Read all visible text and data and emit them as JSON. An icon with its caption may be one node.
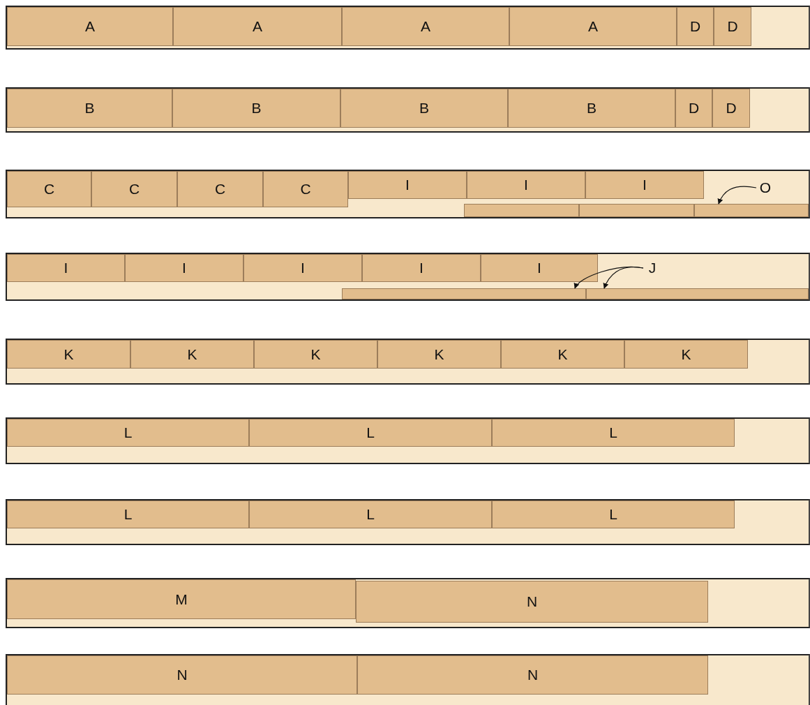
{
  "diagram": {
    "nodes": [
      {
        "text": [],
        "shape": "box"
      },
      {
        "text": [
          "A"
        ],
        "in": 0
      },
      {
        "text": [
          "A"
        ],
        "in": 0
      },
      {
        "text": [
          "A"
        ],
        "in": 0
      },
      {
        "text": [
          "A"
        ],
        "in": 0
      },
      {
        "text": [
          "D"
        ],
        "in": 0
      },
      {
        "text": [
          "D"
        ],
        "in": 0
      },
      {
        "text": [],
        "shape": "box"
      },
      {
        "text": [
          "B"
        ],
        "in": 7
      },
      {
        "text": [
          "B"
        ],
        "in": 7
      },
      {
        "text": [
          "B"
        ],
        "in": 7
      },
      {
        "text": [
          "B"
        ],
        "in": 7
      },
      {
        "text": [
          "D"
        ],
        "in": 7
      },
      {
        "text": [
          "D"
        ],
        "in": 7
      },
      {
        "text": [],
        "shape": "box"
      },
      {
        "text": [
          "C"
        ],
        "in": 14
      },
      {
        "text": [
          "C"
        ],
        "in": 14
      },
      {
        "text": [
          "C"
        ],
        "in": 14
      },
      {
        "text": [
          "C"
        ],
        "in": 14
      },
      {
        "text": [
          "I"
        ],
        "in": 14
      },
      {
        "text": [
          "I"
        ],
        "in": 14
      },
      {
        "text": [
          "I"
        ],
        "in": 14
      },
      {
        "text": [],
        "shape": "box",
        "in": 14
      },
      {
        "text": [],
        "shape": "box",
        "in": 14
      },
      {
        "text": [],
        "shape": "box",
        "in": 14
      },
      {
        "text": [
          "O"
        ],
        "in": 14
      },
      {
        "text": [],
        "shape": "box"
      },
      {
        "text": [
          "I"
        ],
        "in": 26
      },
      {
        "text": [
          "I"
        ],
        "in": 26
      },
      {
        "text": [
          "I"
        ],
        "in": 26
      },
      {
        "text": [
          "I"
        ],
        "in": 26
      },
      {
        "text": [
          "I"
        ],
        "in": 26
      },
      {
        "text": [],
        "shape": "box",
        "in": 26
      },
      {
        "text": [],
        "shape": "box",
        "in": 26
      },
      {
        "text": [
          "J"
        ],
        "in": 26
      },
      {
        "text": [],
        "shape": "box"
      },
      {
        "text": [
          "K"
        ],
        "in": 35
      },
      {
        "text": [
          "K"
        ],
        "in": 35
      },
      {
        "text": [
          "K"
        ],
        "in": 35
      },
      {
        "text": [
          "K"
        ],
        "in": 35
      },
      {
        "text": [
          "K"
        ],
        "in": 35
      },
      {
        "text": [
          "K"
        ],
        "in": 35
      },
      {
        "text": [],
        "shape": "box"
      },
      {
        "text": [
          "L"
        ],
        "in": 42
      },
      {
        "text": [
          "L"
        ],
        "in": 42
      },
      {
        "text": [
          "L"
        ],
        "in": 42
      },
      {
        "text": [],
        "shape": "box"
      },
      {
        "text": [
          "L"
        ],
        "in": 46
      },
      {
        "text": [
          "L"
        ],
        "in": 46
      },
      {
        "text": [
          "L"
        ],
        "in": 46
      },
      {
        "text": [],
        "shape": "box"
      },
      {
        "text": [
          "M"
        ],
        "in": 50
      },
      {
        "text": [
          "N"
        ],
        "in": 50
      },
      {
        "text": [],
        "shape": "box"
      },
      {
        "text": [
          "N"
        ],
        "in": 53
      },
      {
        "text": [
          "N"
        ],
        "in": 53
      }
    ],
    "edges": [
      {
        "from": 25,
        "to": 24,
        "arrow": "to"
      },
      {
        "from": 34,
        "to": 32,
        "arrow": "to"
      },
      {
        "from": 34,
        "to": 33,
        "arrow": "to"
      }
    ]
  }
}
